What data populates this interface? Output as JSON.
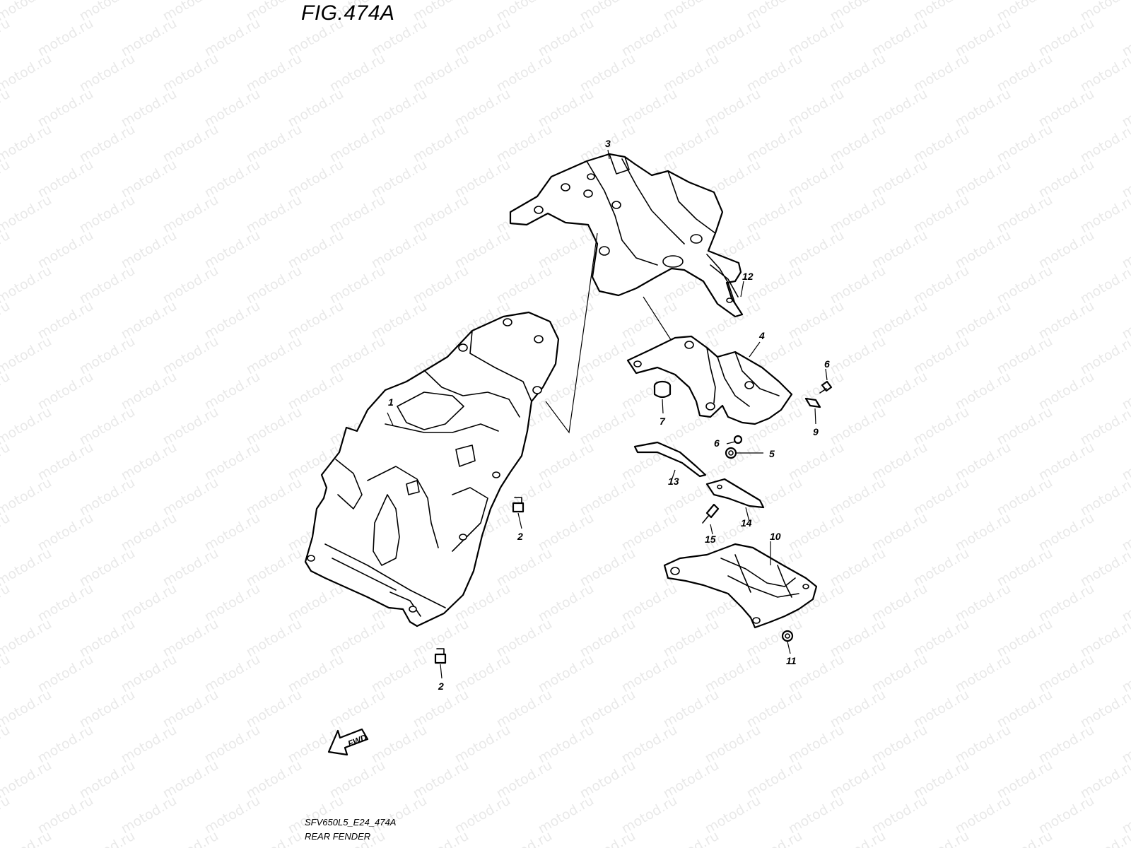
{
  "figure": {
    "title": "FIG.474A",
    "code": "SFV650L5_E24_474A",
    "name": "REAR FENDER"
  },
  "watermark": {
    "text": "motod.ru"
  },
  "fwd_arrow": {
    "label": "FWD"
  },
  "callouts": [
    {
      "id": "c1",
      "label": "1"
    },
    {
      "id": "c2a",
      "label": "2"
    },
    {
      "id": "c2b",
      "label": "2"
    },
    {
      "id": "c3",
      "label": "3"
    },
    {
      "id": "c4",
      "label": "4"
    },
    {
      "id": "c5",
      "label": "5"
    },
    {
      "id": "c6a",
      "label": "6"
    },
    {
      "id": "c6b",
      "label": "6"
    },
    {
      "id": "c7",
      "label": "7"
    },
    {
      "id": "c9",
      "label": "9"
    },
    {
      "id": "c10",
      "label": "10"
    },
    {
      "id": "c11",
      "label": "11"
    },
    {
      "id": "c12",
      "label": "12"
    },
    {
      "id": "c13",
      "label": "13"
    },
    {
      "id": "c14",
      "label": "14"
    },
    {
      "id": "c15",
      "label": "15"
    }
  ]
}
